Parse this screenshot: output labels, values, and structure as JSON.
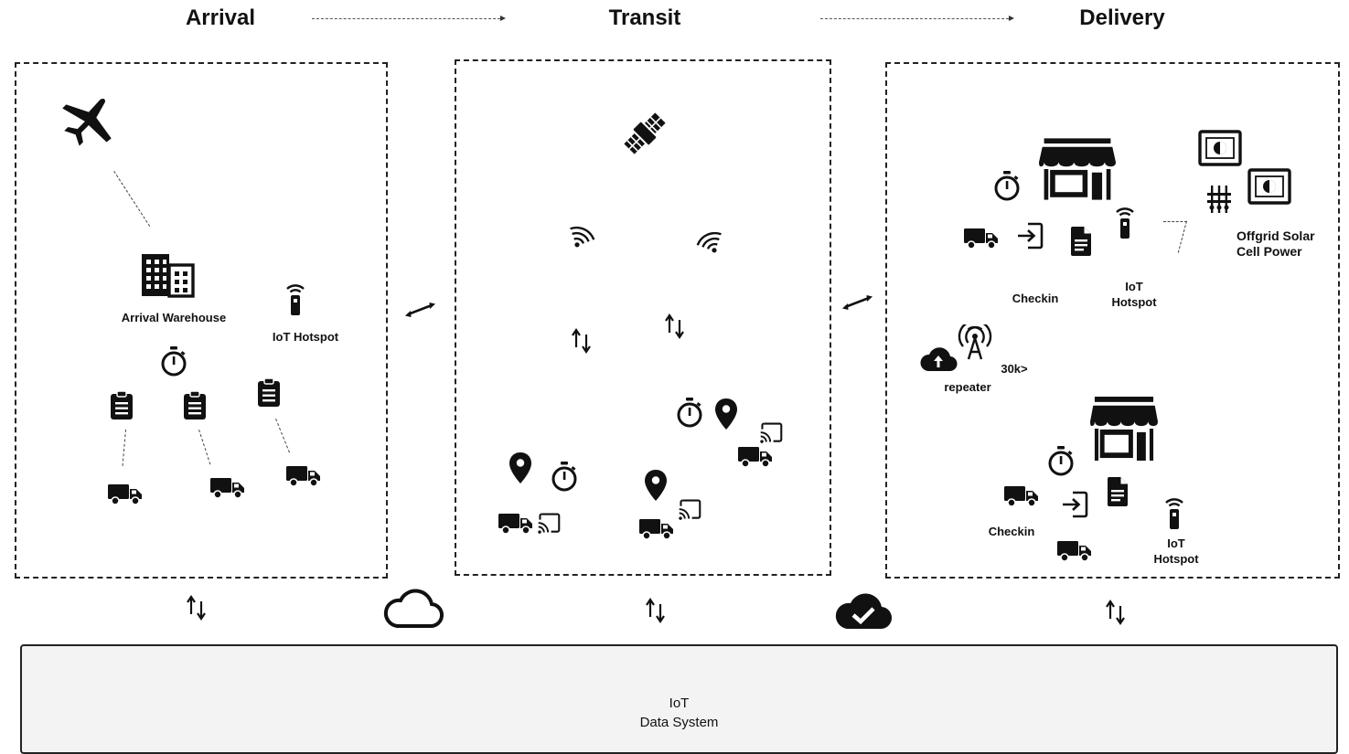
{
  "stages": {
    "arrival": "Arrival",
    "transit": "Transit",
    "delivery": "Delivery"
  },
  "arrival_panel": {
    "warehouse_label": "Arrival Warehouse",
    "hotspot_label": "IoT Hotspot"
  },
  "delivery_panel": {
    "checkin_label_top": "Checkin",
    "hotspot_top_line1": "IoT",
    "hotspot_top_line2": "Hotspot",
    "solar_line1": "Offgrid Solar",
    "solar_line2": "Cell Power",
    "repeater_range": "30k>",
    "repeater_label": "repeater",
    "checkin_label_bottom": "Checkin",
    "hotspot_bottom_line1": "IoT",
    "hotspot_bottom_line2": "Hotspot"
  },
  "data_system": {
    "line1": "IoT",
    "line2": "Data System"
  },
  "icons": [
    "airplane-icon",
    "building-icon",
    "iot-hotspot-icon",
    "stopwatch-icon",
    "clipboard-icon",
    "truck-icon",
    "satellite-icon",
    "signal-icon",
    "updown-arrow-icon",
    "map-pin-icon",
    "cast-icon",
    "store-icon",
    "login-icon",
    "document-icon",
    "solar-panel-icon",
    "power-tower-icon",
    "cloud-upload-icon",
    "antenna-icon",
    "cloud-icon",
    "cloud-check-icon",
    "swap-arrow-icon"
  ],
  "colors": {
    "ink": "#111111",
    "panel_border": "#222222",
    "data_system_bg": "#f3f3f3"
  }
}
